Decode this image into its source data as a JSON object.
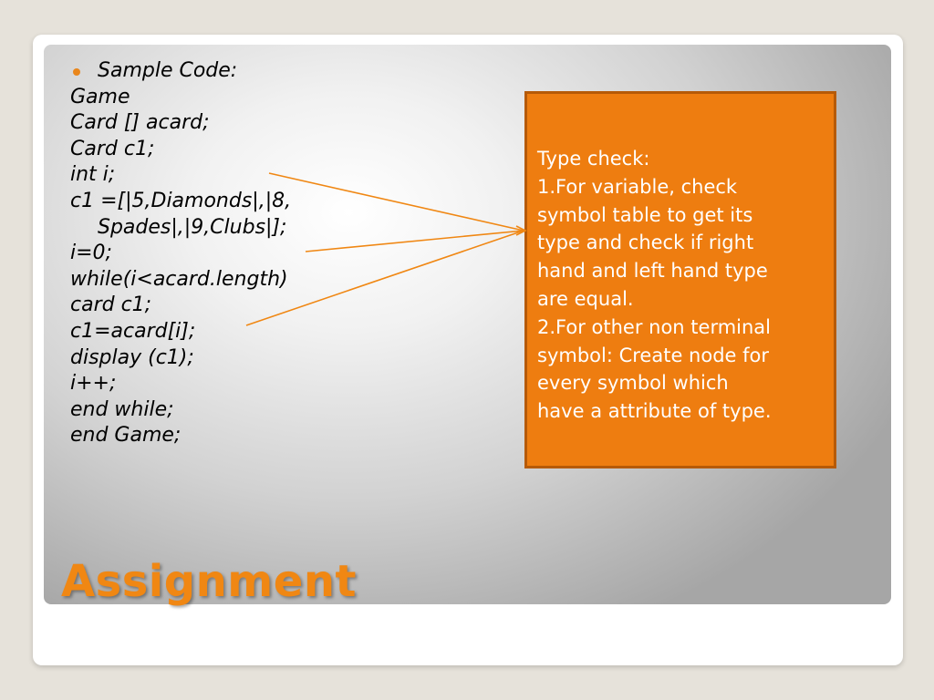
{
  "slide": {
    "title": "Assignment",
    "code_lines": [
      "Sample Code:",
      "Game",
      "Card [] acard;",
      "Card c1;",
      "int i;",
      "c1 =[|5,Diamonds|,|8,",
      "Spades|,|9,Clubs|];",
      "i=0;",
      "while(i<acard.length)",
      "card c1;",
      "c1=acard[i];",
      "display (c1);",
      "i++;",
      "end while;",
      "end Game;"
    ],
    "callout_lines": [
      "Type check:",
      "1.For variable, check",
      "symbol table to get its",
      "type and check if right",
      "hand and left hand type",
      "are equal.",
      "2.For other non terminal",
      "symbol: Create node for",
      "every symbol which",
      "have a attribute of type."
    ]
  },
  "colors": {
    "accent_orange": "#ee7d10",
    "callout_border": "#b65a07",
    "title_orange": "#f08713",
    "bullet": "#e9861b"
  }
}
